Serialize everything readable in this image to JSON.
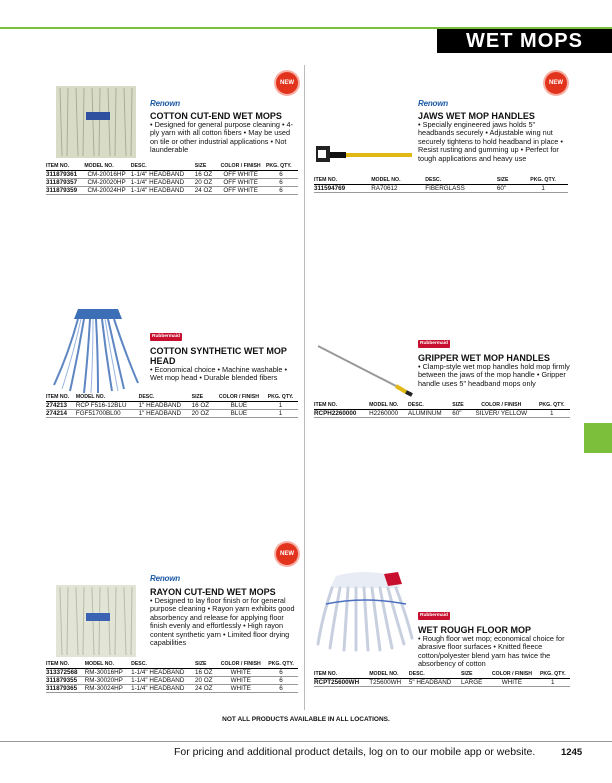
{
  "header": {
    "title": "WET MOPS"
  },
  "products": [
    {
      "badge": "NEW",
      "brand": "Renown",
      "title": "COTTON CUT-END WET MOPS",
      "desc": "• Designed for general purpose cleaning • 4-ply yarn with all cotton fibers • May be used on tile or other industrial applications • Not launderable",
      "headers": [
        "ITEM NO.",
        "MODEL NO.",
        "DESC.",
        "SIZE",
        "COLOR / FINISH",
        "PKG. QTY."
      ],
      "rows": [
        [
          "311879361",
          "CM-20016HP",
          "1-1/4\" HEADBAND",
          "16 OZ",
          "OFF WHITE",
          "6"
        ],
        [
          "311879357",
          "CM-20020HP",
          "1-1/4\" HEADBAND",
          "20 OZ",
          "OFF WHITE",
          "6"
        ],
        [
          "311879359",
          "CM-20024HP",
          "1-1/4\" HEADBAND",
          "24 OZ",
          "OFF WHITE",
          "6"
        ]
      ]
    },
    {
      "badge": "NEW",
      "brand": "Renown",
      "title": "JAWS WET MOP HANDLES",
      "desc": "• Specially engineered jaws holds 5\" headbands securely • Adjustable wing nut securely tightens to hold headband in place • Resist rusting and gumming up • Perfect for tough applications and heavy use",
      "headers": [
        "ITEM NO.",
        "MODEL NO.",
        "DESC.",
        "SIZE",
        "PKG. QTY."
      ],
      "rows": [
        [
          "311594769",
          "RA70612",
          "FIBERGLASS",
          "60\"",
          "1"
        ]
      ]
    },
    {
      "brand": "Rubbermaid",
      "title": "COTTON SYNTHETIC WET MOP HEAD",
      "desc": "• Economical choice • Machine washable • Wet mop head • Durable blended fibers",
      "headers": [
        "ITEM NO.",
        "MODEL NO.",
        "DESC.",
        "SIZE",
        "COLOR / FINISH",
        "PKG. QTY."
      ],
      "rows": [
        [
          "274213",
          "RCP F516-12BLU",
          "1\" HEADBAND",
          "16 OZ",
          "BLUE",
          "1"
        ],
        [
          "274214",
          "FGF51700BL00",
          "1\" HEADBAND",
          "20 OZ",
          "BLUE",
          "1"
        ]
      ]
    },
    {
      "brand": "Rubbermaid",
      "title": "GRIPPER WET MOP HANDLES",
      "desc": "• Clamp-style wet mop handles hold mop firmly between the jaws of the mop handle • Gripper handle uses 5\" headband mops only",
      "headers": [
        "ITEM NO.",
        "MODEL NO.",
        "DESC.",
        "SIZE",
        "COLOR / FINISH",
        "PKG. QTY."
      ],
      "rows": [
        [
          "RCPH2260000",
          "H2260000",
          "ALUMINUM",
          "60\"",
          "SILVER/ YELLOW",
          "1"
        ]
      ]
    },
    {
      "badge": "NEW",
      "brand": "Renown",
      "title": "RAYON CUT-END WET MOPS",
      "desc": "• Designed to lay floor finish or for general purpose cleaning • Rayon yarn exhibits good absorbency and release for applying floor finish evenly and effortlessly • High rayon content synthetic yarn • Limited floor drying capabilities",
      "headers": [
        "ITEM NO.",
        "MODEL NO.",
        "DESC.",
        "SIZE",
        "COLOR / FINISH",
        "PKG. QTY."
      ],
      "rows": [
        [
          "313372568",
          "RM-30016HP",
          "1-1/4\" HEADBAND",
          "16 OZ",
          "WHITE",
          "6"
        ],
        [
          "311879355",
          "RM-30020HP",
          "1-1/4\" HEADBAND",
          "20 OZ",
          "WHITE",
          "6"
        ],
        [
          "311879365",
          "RM-30024HP",
          "1-1/4\" HEADBAND",
          "24 OZ",
          "WHITE",
          "6"
        ]
      ]
    },
    {
      "brand": "Rubbermaid",
      "title": "WET ROUGH FLOOR MOP",
      "desc": "• Rough floor wet mop; economical choice for abrasive floor surfaces • Knitted fleece cotton/polyester blend yarn has twice the absorbency of cotton",
      "headers": [
        "ITEM NO.",
        "MODEL NO.",
        "DESC.",
        "SIZE",
        "COLOR / FINISH",
        "PKG. QTY."
      ],
      "rows": [
        [
          "RCPT25600WH",
          "T25600WH",
          "5\" HEADBAND",
          "LARGE",
          "WHITE",
          "1"
        ]
      ]
    }
  ],
  "footnote": "NOT ALL PRODUCTS AVAILABLE IN ALL LOCATIONS.",
  "footer": "For pricing and additional product details, log on to our mobile app or website.",
  "page_number": "1245"
}
